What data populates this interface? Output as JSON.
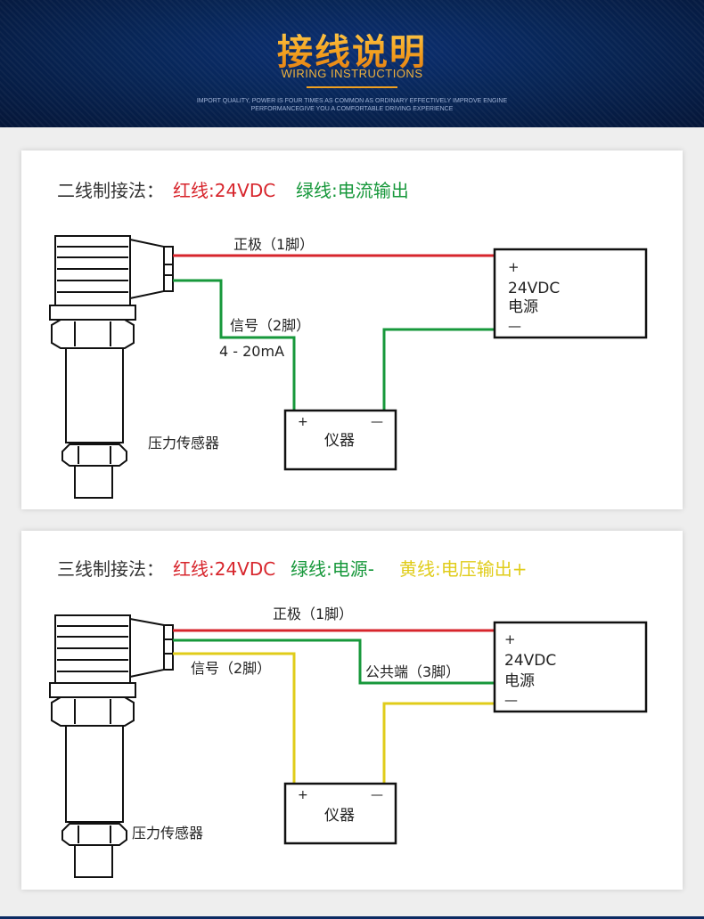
{
  "header": {
    "title": "接线说明",
    "subtitle": "WIRING INSTRUCTIONS",
    "tagline_1": "IMPORT QUALITY, POWER IS FOUR TIMES AS COMMON AS ORDINARY EFFECTIVELY IMPROVE ENGINE",
    "tagline_2": "PERFORMANCEGIVE YOU A COMFORTABLE DRIVING EXPERIENCE"
  },
  "colors": {
    "red": "#d7252c",
    "green": "#17983b",
    "yellow": "#e0cc1a",
    "gold": "#f0a020",
    "navy": "#082657"
  },
  "two_wire": {
    "method": "二线制接法：",
    "red_label": "红线:24VDC",
    "green_label": "绿线:电流输出",
    "positive_label": "正极（1脚）",
    "signal_label": "信号（2脚）",
    "signal_range": "4 - 20mA",
    "sensor_label": "压力传感器",
    "power_plus": "+",
    "power_voltage": "24VDC",
    "power_name": "电源",
    "power_minus": "—",
    "meter_plus": "+",
    "meter_minus": "—",
    "meter_name": "仪器"
  },
  "three_wire": {
    "method": "三线制接法：",
    "red_label": "红线:24VDC",
    "green_label": "绿线:电源-",
    "yellow_label": "黄线:电压输出+",
    "positive_label": "正极（1脚）",
    "signal_label": "信号（2脚）",
    "common_label": "公共端（3脚）",
    "sensor_label": "压力传感器",
    "power_plus": "+",
    "power_voltage": "24VDC",
    "power_name": "电源",
    "power_minus": "—",
    "meter_plus": "+",
    "meter_minus": "—",
    "meter_name": "仪器"
  }
}
